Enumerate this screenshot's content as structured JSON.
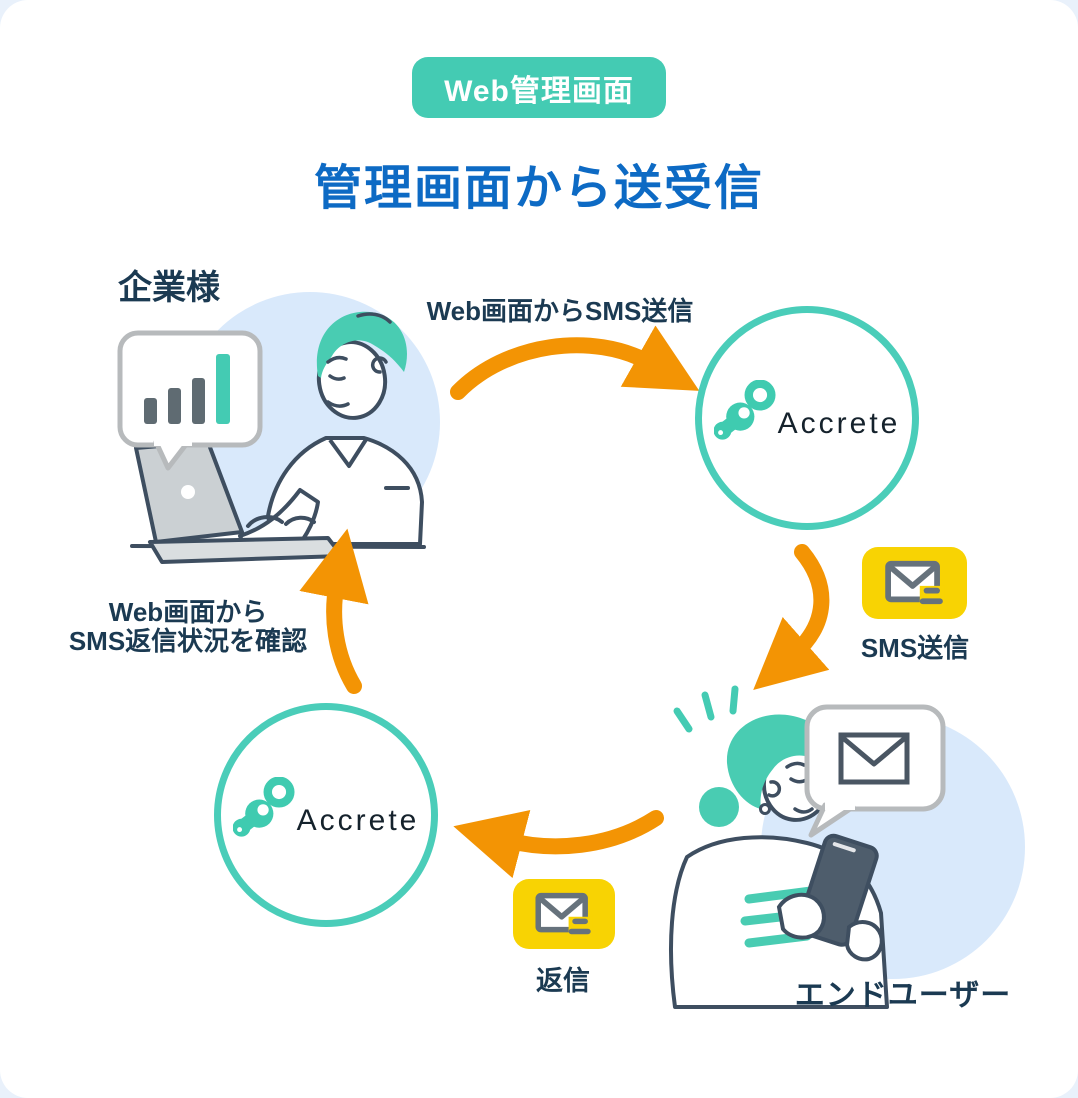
{
  "header": {
    "badge_label": "Web管理画面",
    "title": "管理画面から送受信"
  },
  "company": {
    "label": "企業様",
    "speech_icon": "bar-chart-icon"
  },
  "accrete_top": {
    "logo_text": "Accrete",
    "logo_icon": "accrete-logo-icon"
  },
  "accrete_bottom": {
    "logo_text": "Accrete",
    "logo_icon": "accrete-logo-icon"
  },
  "end_user": {
    "label": "エンドユーザー",
    "speech_icon": "mail-icon"
  },
  "flows": {
    "send_from_web": {
      "label": "Web画面からSMS送信"
    },
    "sms_send": {
      "label": "SMS送信",
      "icon": "mail-send-icon"
    },
    "reply": {
      "label": "返信",
      "icon": "mail-send-icon"
    },
    "check_status": {
      "label_line1": "Web画面から",
      "label_line2": "SMS返信状況を確認"
    }
  },
  "colors": {
    "teal": "#44CBB3",
    "title_blue": "#0D6AC4",
    "arrow_orange": "#F39404",
    "badge_yellow": "#F8D303",
    "text_navy": "#1B3A52",
    "illustration_blue": "#D9E9FB"
  }
}
